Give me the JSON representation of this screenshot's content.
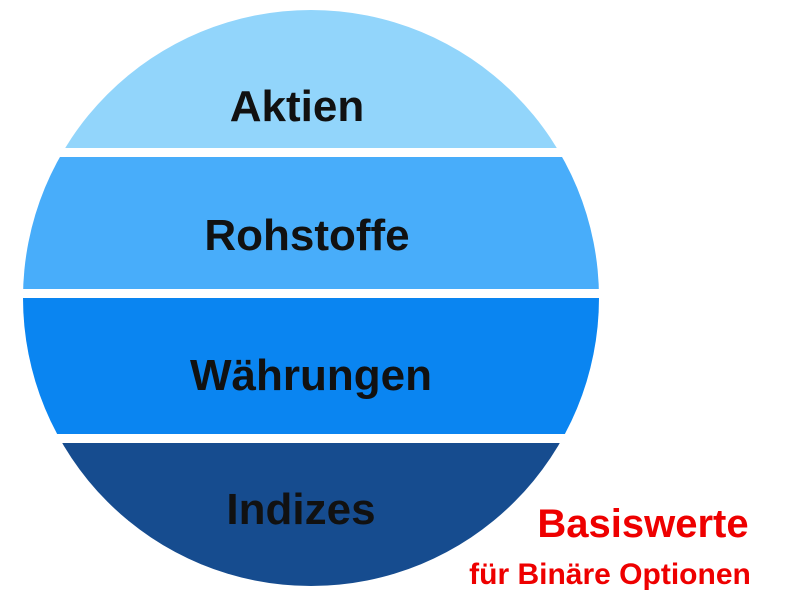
{
  "bands": [
    {
      "label": "Aktien",
      "color": "#92d5fb"
    },
    {
      "label": "Rohstoffe",
      "color": "#48adfa"
    },
    {
      "label": "Währungen",
      "color": "#0a85f1"
    },
    {
      "label": "Indizes",
      "color": "#164c8f"
    }
  ],
  "caption": {
    "title": "Basiswerte",
    "subtitle": "für Binäre Optionen",
    "color": "#ee0000"
  }
}
